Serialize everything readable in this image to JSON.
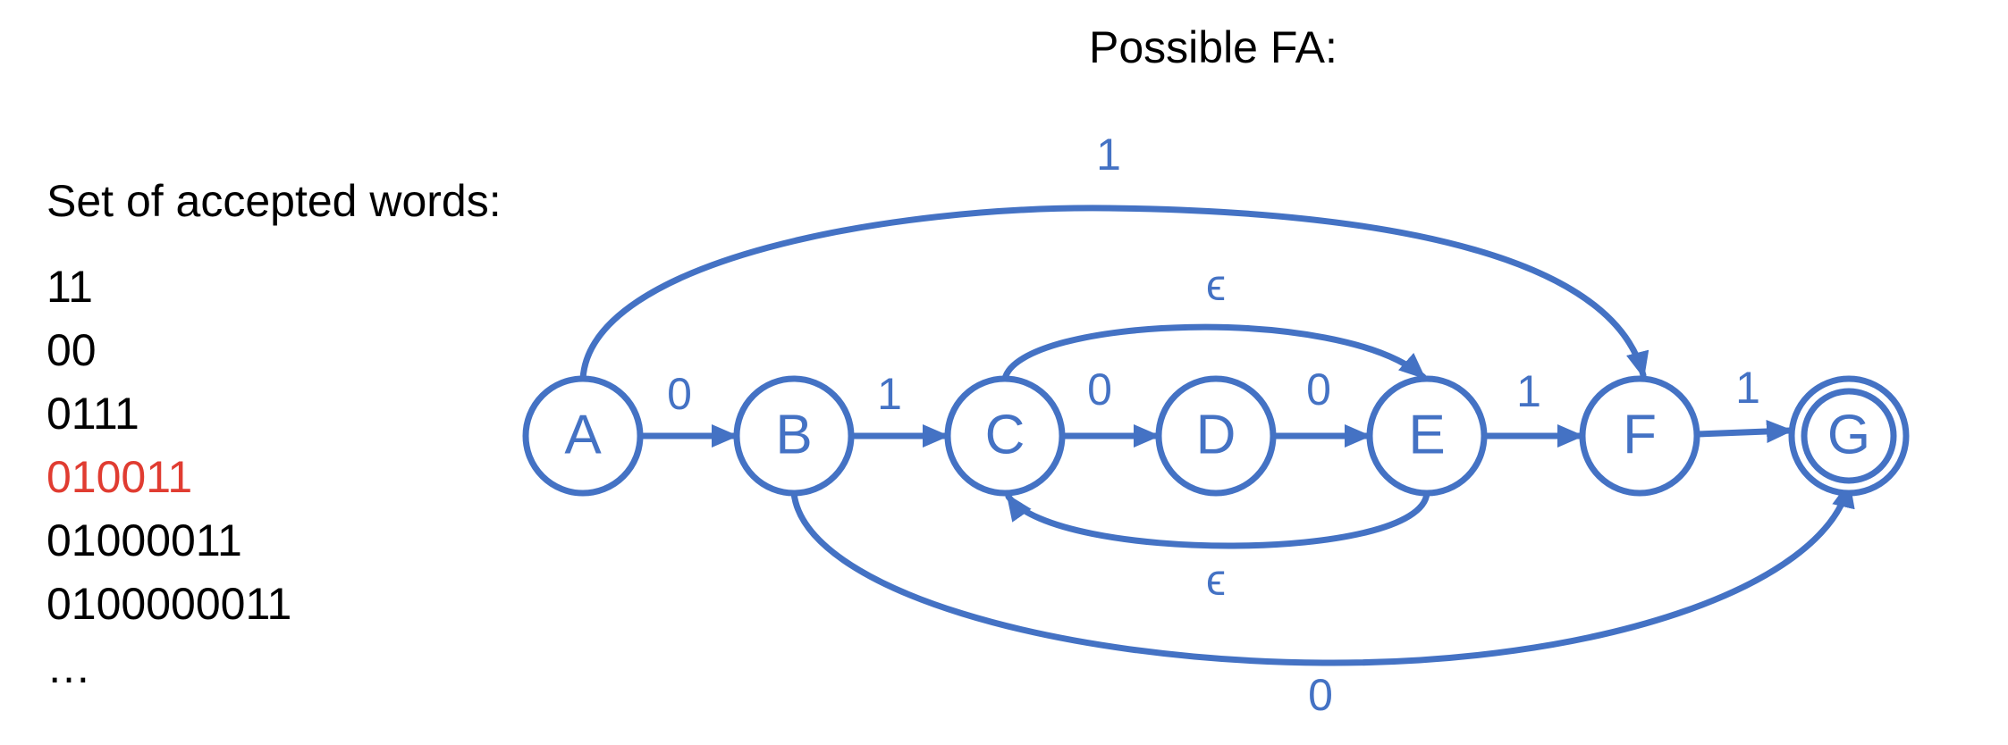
{
  "title": "Possible FA:",
  "words": {
    "heading": "Set of accepted words:",
    "items": [
      {
        "text": "11",
        "highlighted": false
      },
      {
        "text": "00",
        "highlighted": false
      },
      {
        "text": "0111",
        "highlighted": false
      },
      {
        "text": "010011",
        "highlighted": true
      },
      {
        "text": "01000011",
        "highlighted": false
      },
      {
        "text": "0100000011",
        "highlighted": false
      },
      {
        "text": "…",
        "highlighted": false
      }
    ]
  },
  "colors": {
    "diagram": "#4472C4",
    "text": "#000000",
    "highlight": "#E03C31",
    "background": "#FFFFFF"
  },
  "states": [
    {
      "id": "A",
      "label": "A",
      "accepting": false
    },
    {
      "id": "B",
      "label": "B",
      "accepting": false
    },
    {
      "id": "C",
      "label": "C",
      "accepting": false
    },
    {
      "id": "D",
      "label": "D",
      "accepting": false
    },
    {
      "id": "E",
      "label": "E",
      "accepting": false
    },
    {
      "id": "F",
      "label": "F",
      "accepting": false
    },
    {
      "id": "G",
      "label": "G",
      "accepting": true
    }
  ],
  "transitions": [
    {
      "id": "A-B",
      "from": "A",
      "to": "B",
      "label": "0"
    },
    {
      "id": "B-C",
      "from": "B",
      "to": "C",
      "label": "1"
    },
    {
      "id": "C-D",
      "from": "C",
      "to": "D",
      "label": "0"
    },
    {
      "id": "D-E",
      "from": "D",
      "to": "E",
      "label": "0"
    },
    {
      "id": "E-F",
      "from": "E",
      "to": "F",
      "label": "1"
    },
    {
      "id": "F-G",
      "from": "F",
      "to": "G",
      "label": "1"
    },
    {
      "id": "A-F",
      "from": "A",
      "to": "F",
      "label": "1"
    },
    {
      "id": "C-E",
      "from": "C",
      "to": "E",
      "label": "ϵ"
    },
    {
      "id": "E-C",
      "from": "E",
      "to": "C",
      "label": "ϵ"
    },
    {
      "id": "B-G",
      "from": "B",
      "to": "G",
      "label": "0"
    }
  ]
}
